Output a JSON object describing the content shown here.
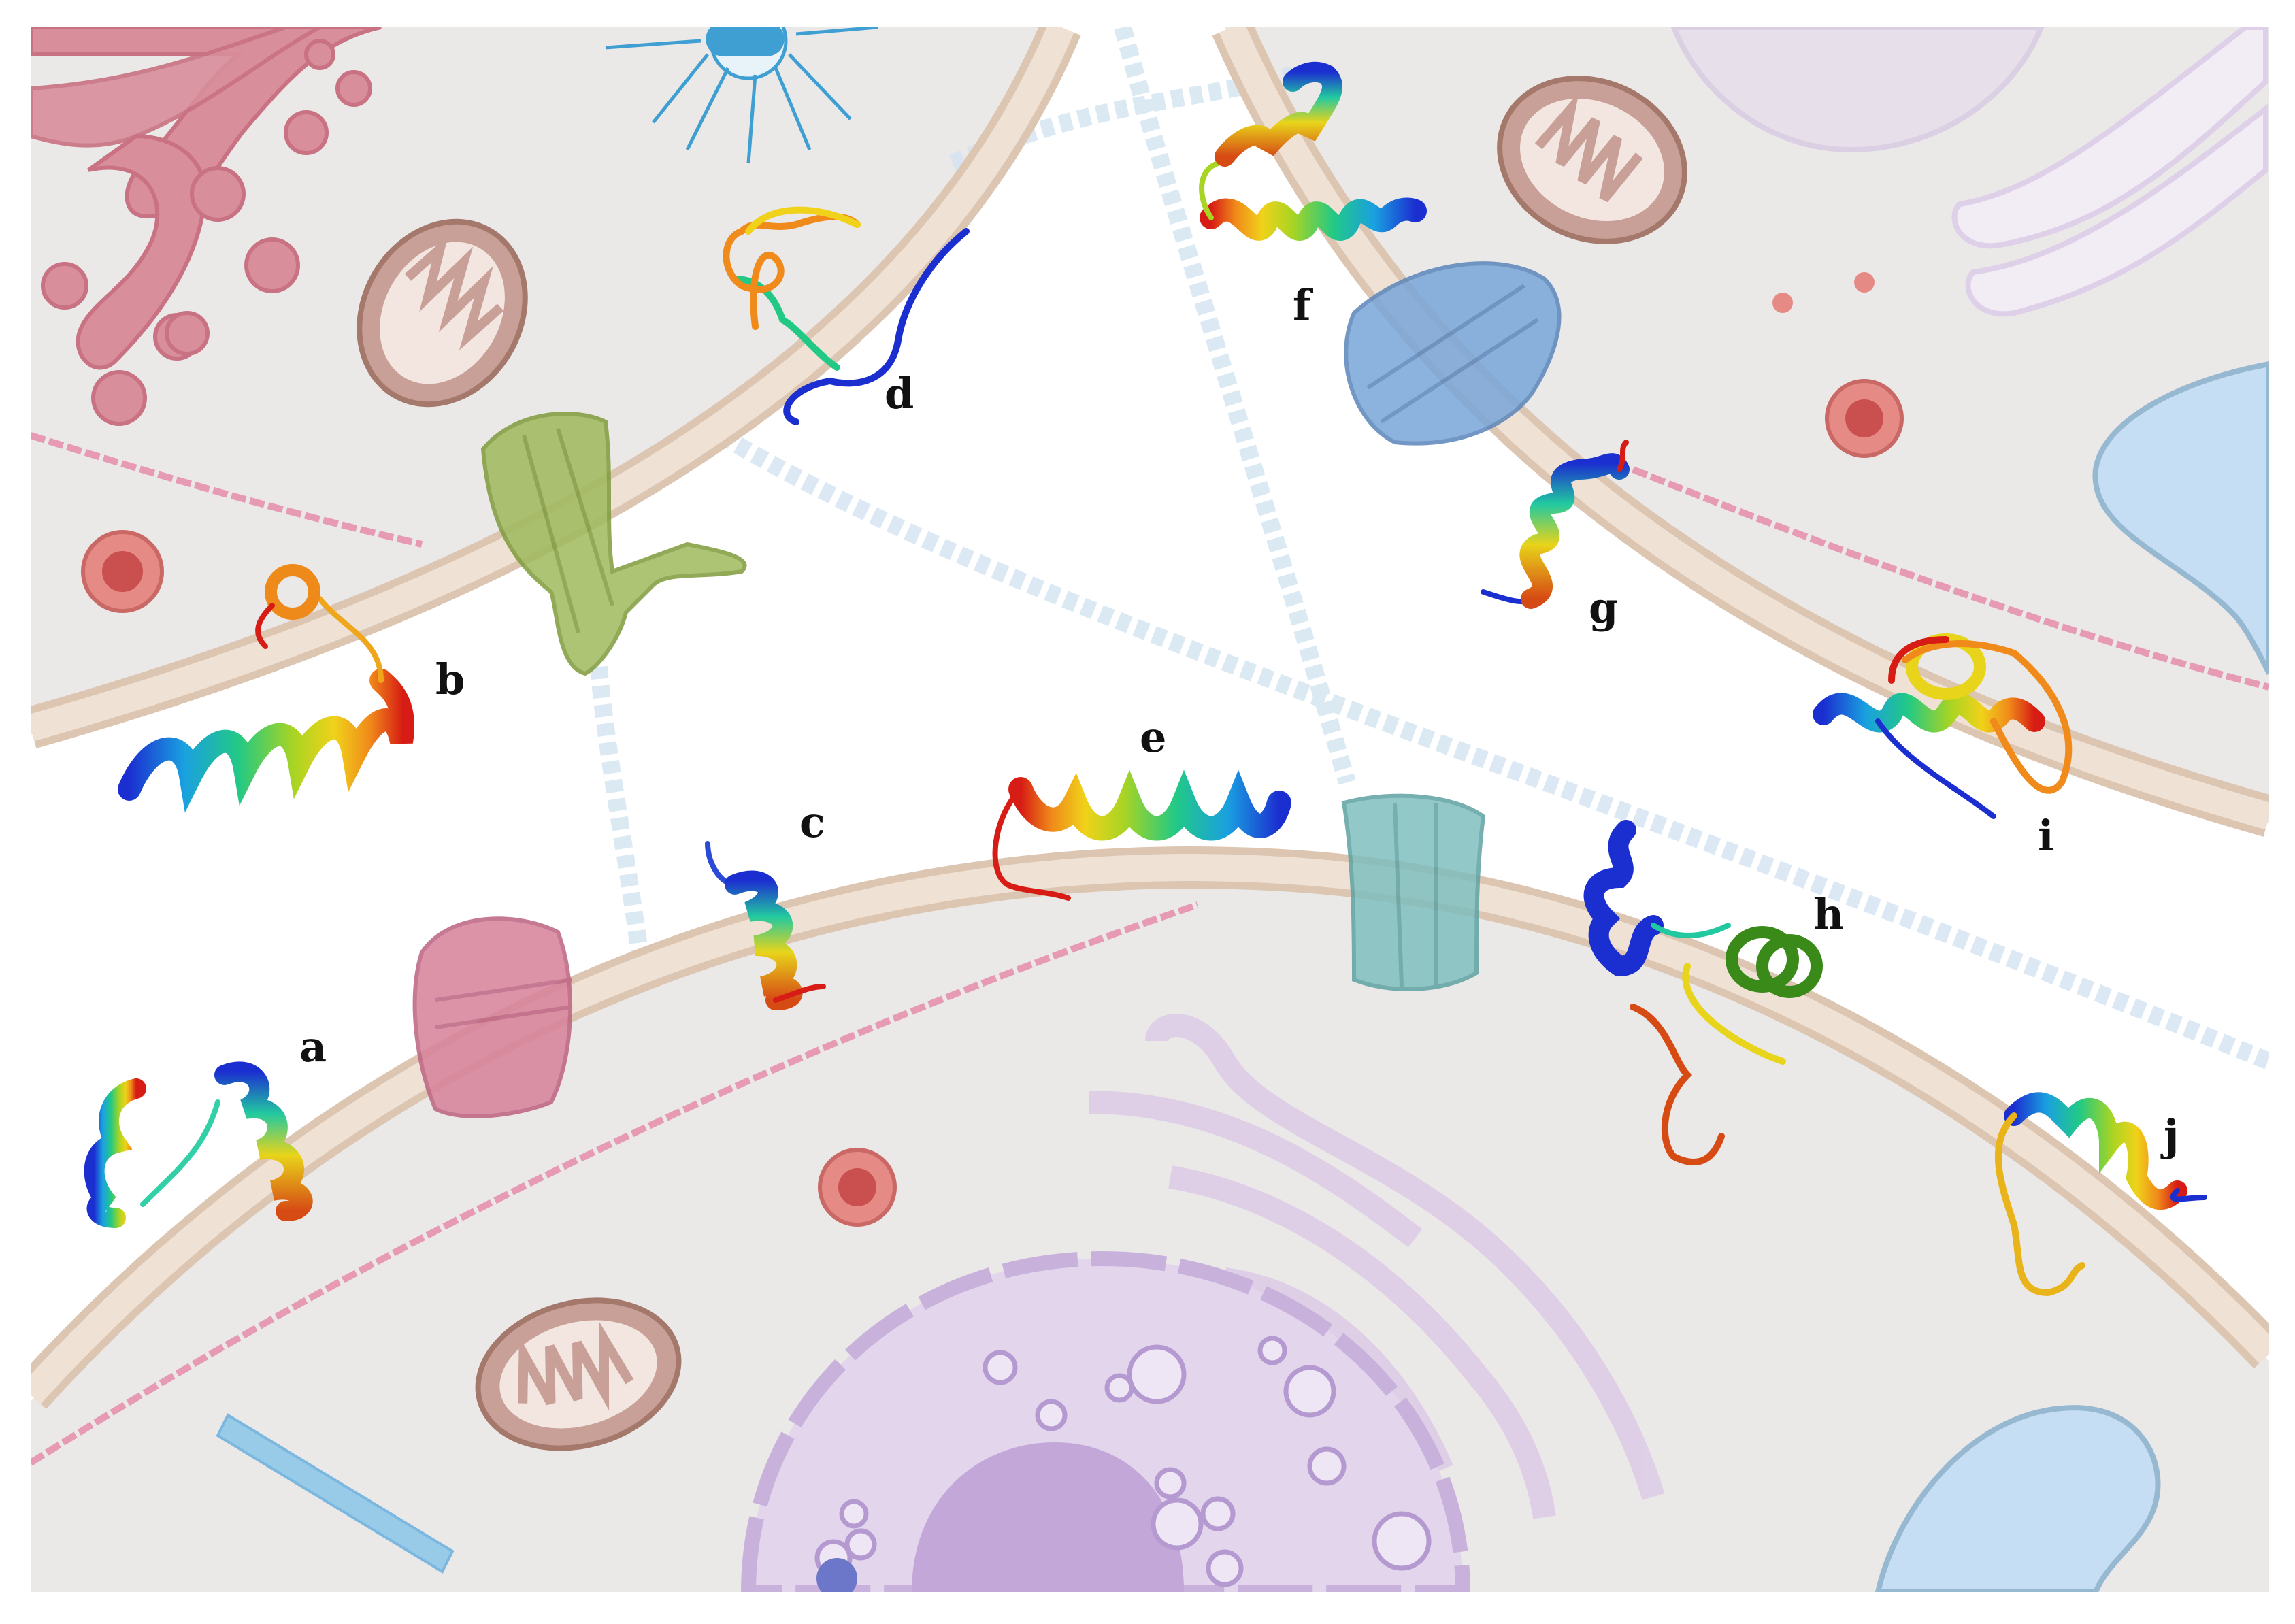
{
  "figure": {
    "labels": {
      "a": "a",
      "b": "b",
      "c": "c",
      "d": "d",
      "e": "e",
      "f": "f",
      "g": "g",
      "h": "h",
      "i": "i",
      "j": "j"
    }
  },
  "colors": {
    "background": "#ffffff",
    "cytoplasm": "#ebe8e8",
    "membrane": "#e7d4c5",
    "membrane_edge": "#dbc3b0",
    "golgi": "#d98e9c",
    "mitochondrion": "#c9a097",
    "lysosome": "#d9706f",
    "nucleus": "#cdb8df",
    "er": "#dccbe6",
    "vacuole": "#c5def3",
    "cytoskeleton": "#e39ab3",
    "fiber": "#d6e6f2",
    "channel_green": "#9fba5c",
    "channel_blue": "#79a6d9",
    "channel_pink": "#d7819a",
    "channel_teal": "#7fbfbf"
  },
  "icons": [
    "mitochondrion-icon",
    "golgi-icon",
    "lysosome-icon",
    "nucleus-icon",
    "endoplasmic-reticulum-icon",
    "vacuole-icon",
    "ion-channel-icon",
    "centrosome-icon",
    "peptide-helix-icon"
  ]
}
